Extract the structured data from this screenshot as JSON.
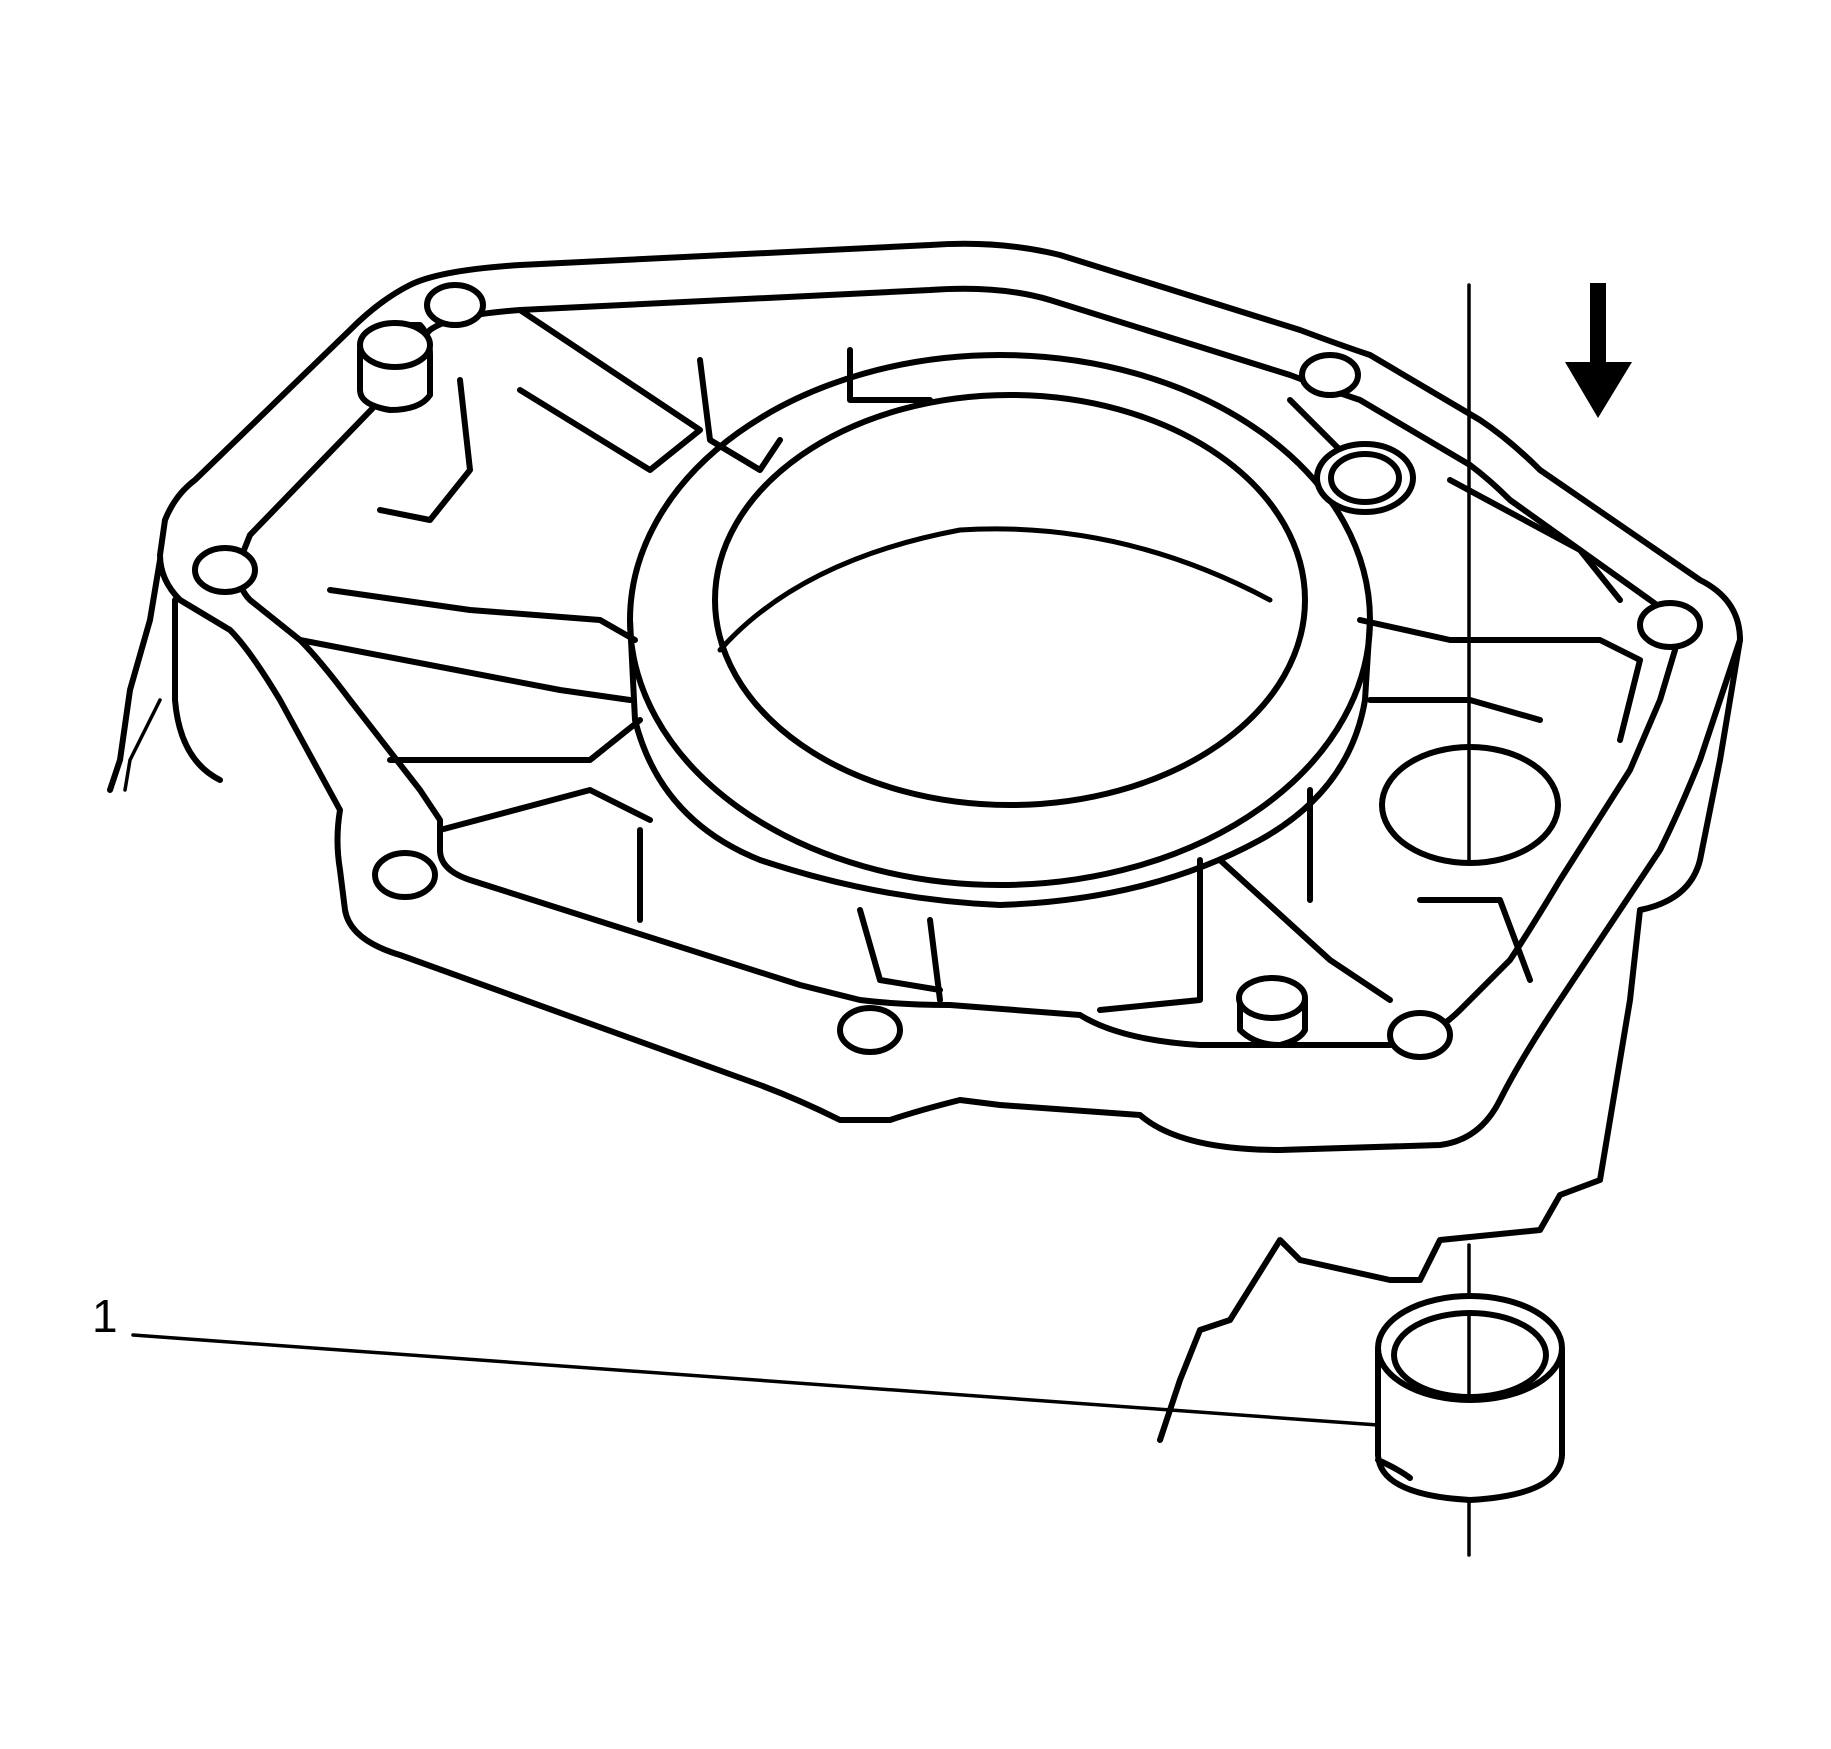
{
  "callouts": [
    {
      "id": "1",
      "label": "1",
      "part": "bushing"
    }
  ],
  "colors": {
    "line": "#000000",
    "background": "#ffffff"
  },
  "icons": [
    "direction-arrow-down-icon"
  ]
}
